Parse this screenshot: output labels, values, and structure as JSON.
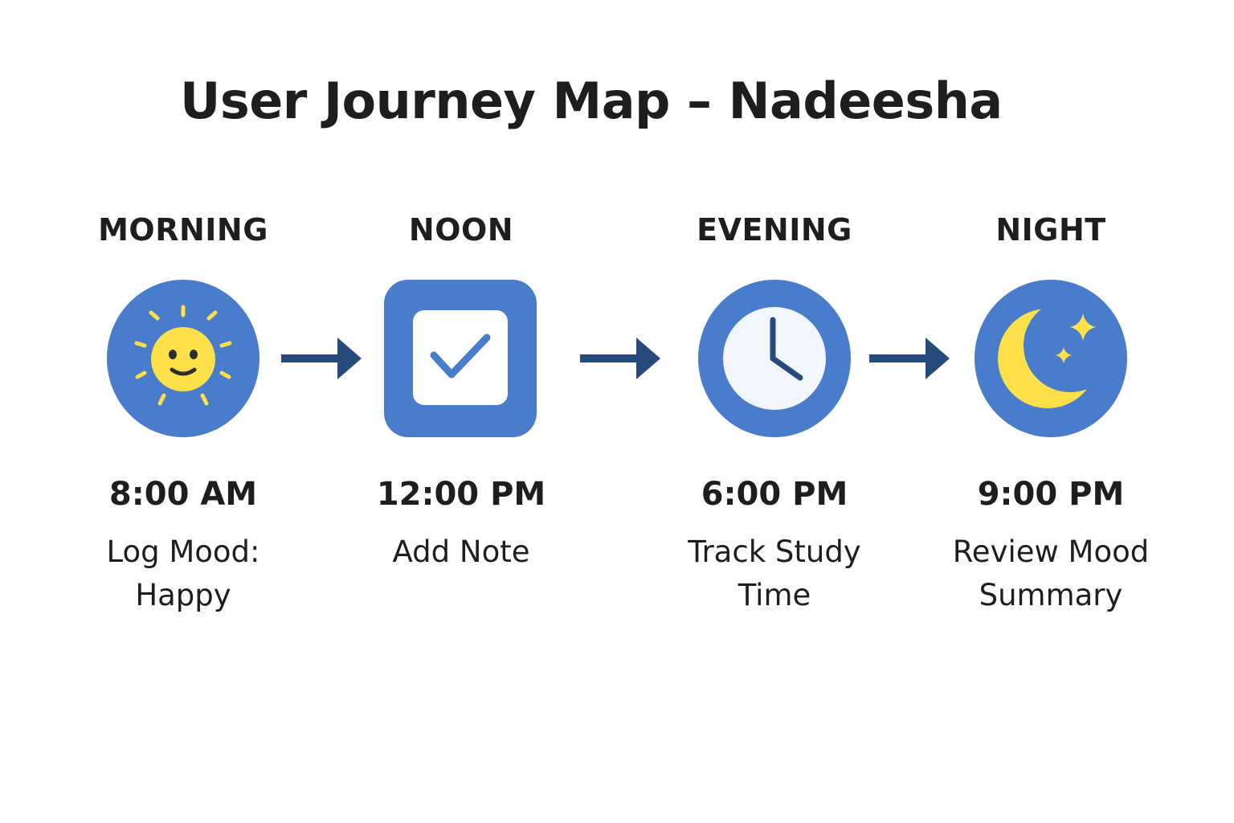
{
  "title": "User Journey Map – Nadeesha",
  "colors": {
    "icon_blue": "#4a7ccc",
    "icon_yellow": "#fde04a",
    "arrow_navy": "#274a7c",
    "icon_light": "#f0f6fc"
  },
  "steps": [
    {
      "stage": "MORNING",
      "time": "8:00 AM",
      "action": "Log Mood: Happy",
      "icon": "smiling-sun-icon"
    },
    {
      "stage": "NOON",
      "time": "12:00 PM",
      "action": "Add Note",
      "icon": "checkbox-icon"
    },
    {
      "stage": "EVENING",
      "time": "6:00 PM",
      "action": "Track Study Time",
      "icon": "clock-icon"
    },
    {
      "stage": "NIGHT",
      "time": "9:00 PM",
      "action": "Review Mood Summary",
      "icon": "moon-stars-icon"
    }
  ],
  "connectors": [
    "arrow-right-icon",
    "arrow-right-icon",
    "arrow-right-icon"
  ]
}
